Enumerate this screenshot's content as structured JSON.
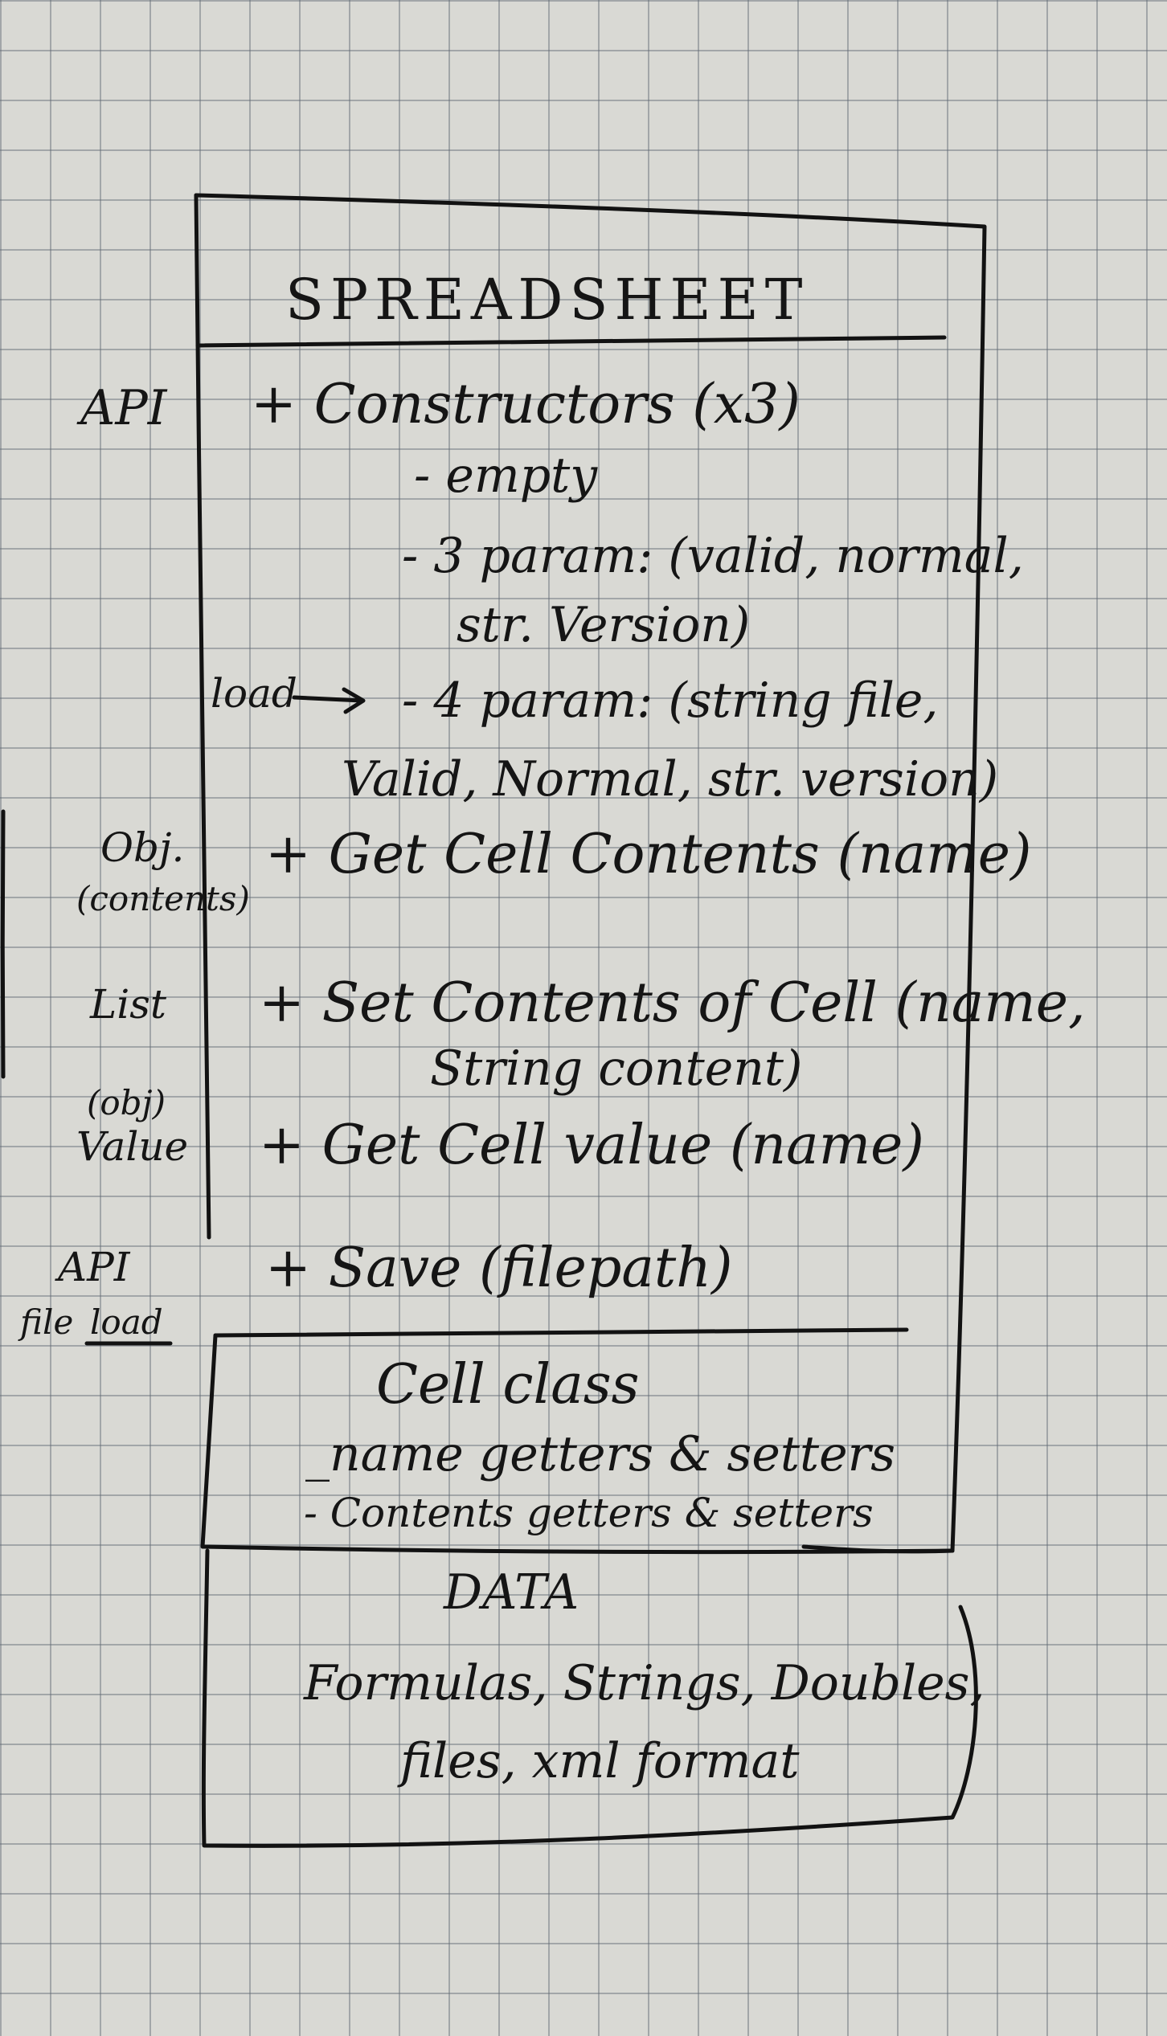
{
  "class_title": "SPREADSHEET",
  "methods": {
    "constructors": "+ Constructors (x3)",
    "ctor_empty": "- empty",
    "ctor_3_line1": "- 3 param: (valid, normal,",
    "ctor_3_line2": "str. Version)",
    "ctor_4_line1": "- 4 param: (string file,",
    "ctor_4_line2": "Valid, Normal, str. version)",
    "get_cell_contents": "+ Get Cell Contents (name)",
    "set_contents_line1": "+ Set Contents of Cell (name,",
    "set_contents_line2": "String content)",
    "get_cell_value": "+ Get Cell value (name)",
    "save": "+ Save (filepath)"
  },
  "margin_notes": {
    "api_top": "API",
    "load": "load",
    "obj_line1": "Obj.",
    "obj_line2": "(contents)",
    "list": "List",
    "value_line1": "(obj)",
    "value_line2": "Value",
    "api_bottom_line1": "API",
    "api_bottom_line2_a": "file",
    "api_bottom_line2_b": "load"
  },
  "cell_class": {
    "title": "Cell class",
    "item1": "_name getters & setters",
    "item2": "- Contents getters & setters"
  },
  "data_section": {
    "title": "DATA",
    "line1": "Formulas, Strings, Doubles,",
    "line2": "files, xml format"
  }
}
